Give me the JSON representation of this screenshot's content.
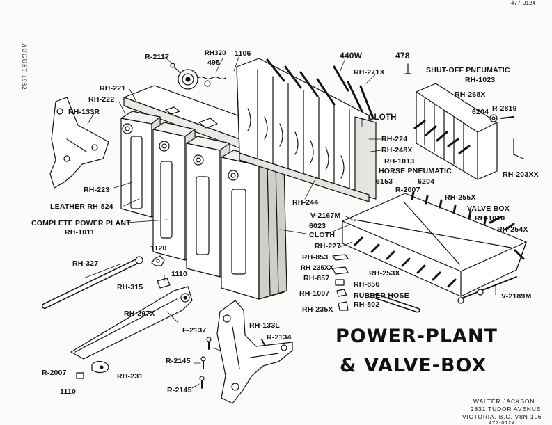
{
  "page_corner": "477-0124",
  "side_note": "AUGUST 1982",
  "title": {
    "line1": "POWER-PLANT",
    "line2": "& VALVE-BOX"
  },
  "address": {
    "name": "WALTER JACKSON",
    "street": "2831 TUDOR AVENUE",
    "city": "VICTORIA, B.C.  V8N 1L6",
    "phone": "477-0124"
  },
  "labels": {
    "r2117": "R-2117",
    "rh320": "RH320",
    "n1106": "1106",
    "n495": "495",
    "n440w": "440W",
    "n478": "478",
    "rh271x": "RH-271X",
    "shutoff": "SHUT-OFF PNEUMATIC",
    "rh1023": "RH-1023",
    "rh268x": "RH-268X",
    "r2819": "R-2819",
    "n6204a": "6204",
    "rh221": "RH-221",
    "rh222": "RH-222",
    "rh133r": "RH-133R",
    "cloth1": "CLOTH",
    "rh224": "RH-224",
    "rh248x": "RH-248X",
    "rh1013": "RH-1013",
    "horse": "HORSE PNEUMATIC",
    "rh203xx": "RH-203XX",
    "n6153": "6153",
    "n6204b": "6204",
    "r2007a": "R-2007",
    "rh255x": "RH-255X",
    "rh223": "RH-223",
    "rh244": "RH-244",
    "valvebox": "VALVE BOX",
    "rh1010": "RH-1010",
    "leather": "LEATHER RH-824",
    "v2167m": "V-2167M",
    "rh254x": "RH-254X",
    "complete": "COMPLETE POWER PLANT",
    "rh1011": "RH-1011",
    "n6023": "6023",
    "cloth2": "CLOTH",
    "rh227": "RH-227",
    "n1120": "1120",
    "rh853": "RH-853",
    "rh327": "RH-327",
    "rh235xx": "RH-235XX",
    "rh253x": "RH-253X",
    "n1110a": "1110",
    "rh857": "RH-857",
    "rh856": "RH-856",
    "rh315": "RH-315",
    "rh1007": "RH-1007",
    "rubber": "RUBBER HOSE",
    "v2189m": "V-2189M",
    "rh802": "RH-802",
    "rh235x": "RH-235X",
    "rh297x": "RH-297X",
    "rh133l": "RH-133L",
    "f2137": "F-2137",
    "r2134": "R-2134",
    "r2145a": "R-2145",
    "r2007b": "R-2007",
    "rh231": "RH-231",
    "r2145b": "R-2145",
    "n1110b": "1110"
  }
}
